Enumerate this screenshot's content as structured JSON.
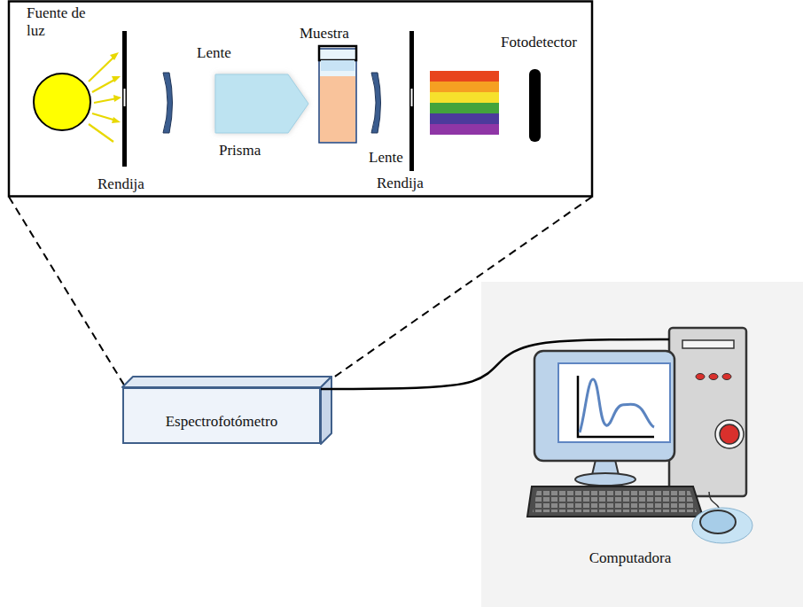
{
  "diagram": {
    "nodes": [
      {
        "text": [
          "Espectrofotómetro"
        ]
      },
      {
        "text": [
          "Computadora"
        ]
      }
    ],
    "edges": [
      {
        "from": 0,
        "to": 1,
        "arrow": "none"
      }
    ],
    "labels": [
      "Fuente de luz",
      "Lente",
      "Muestra",
      "Fotodetector",
      "Prisma",
      "Lente",
      "Rendija",
      "Rendija"
    ]
  }
}
